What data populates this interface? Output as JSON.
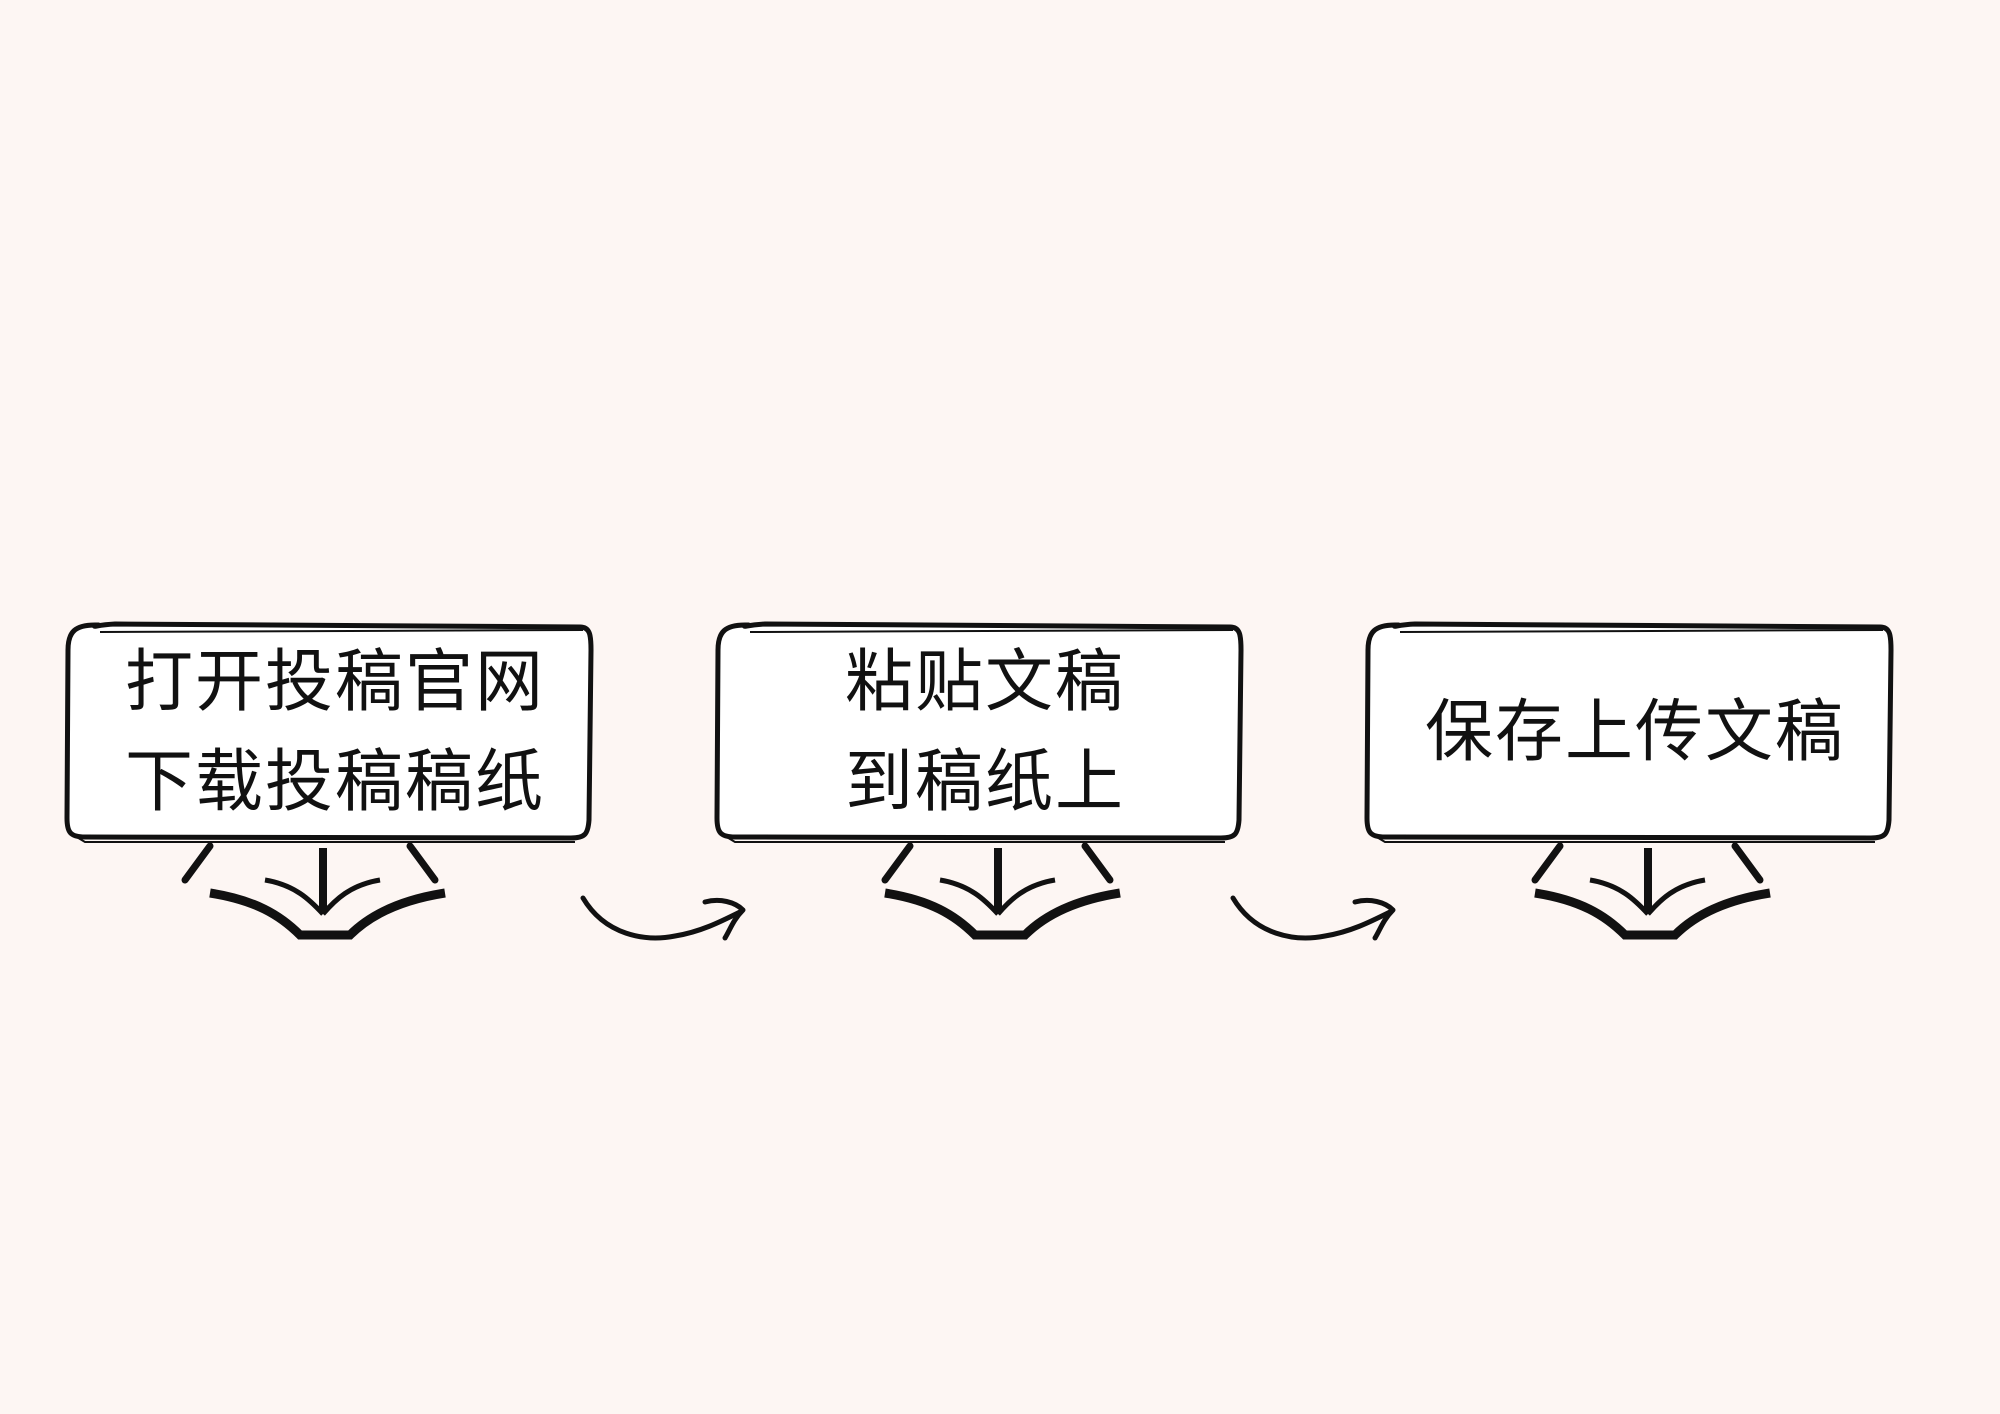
{
  "colors": {
    "background": "#fdf6f3",
    "box_fill": "#ffffff",
    "ink": "#111111"
  },
  "steps": [
    {
      "lines": [
        "打开投稿官网",
        "下载投稿稿纸"
      ]
    },
    {
      "lines": [
        "粘贴文稿",
        "到稿纸上"
      ]
    },
    {
      "lines": [
        "保存上传文稿"
      ]
    }
  ]
}
